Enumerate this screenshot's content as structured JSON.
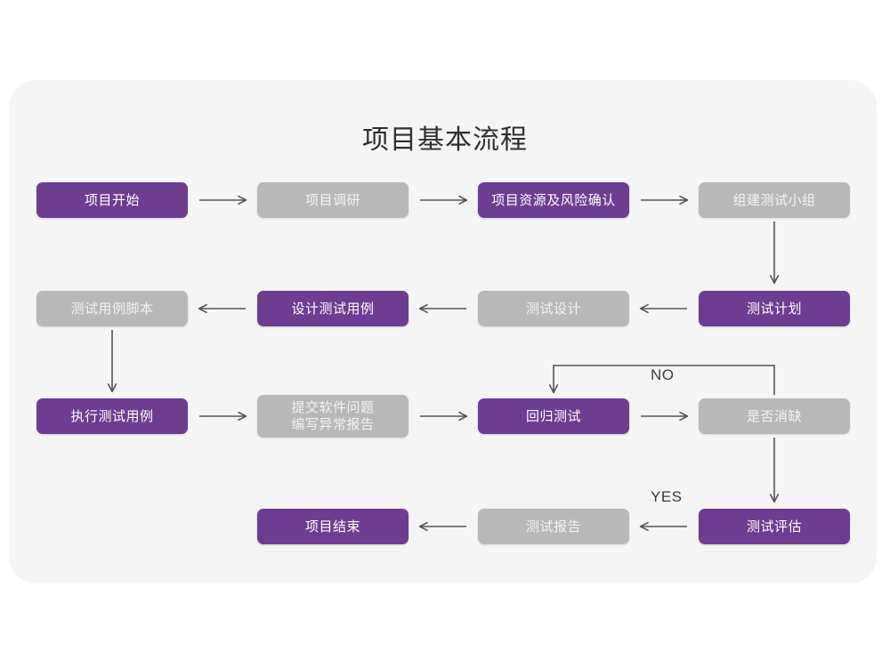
{
  "title": "项目基本流程",
  "colors": {
    "purple": "#6d3d91",
    "gray": "#b8b8b8",
    "panel_bg": "#f5f5f5",
    "page_bg": "#ffffff",
    "arrow": "#555555",
    "title_text": "#2f2f2f"
  },
  "nodes": {
    "n1": {
      "label": "项目开始",
      "style": "purple"
    },
    "n2": {
      "label": "项目调研",
      "style": "gray"
    },
    "n3": {
      "label": "项目资源及风险确认",
      "style": "purple"
    },
    "n4": {
      "label": "组建测试小组",
      "style": "gray"
    },
    "n5": {
      "label": "测试计划",
      "style": "purple"
    },
    "n6": {
      "label": "测试设计",
      "style": "gray"
    },
    "n7": {
      "label": "设计测试用例",
      "style": "purple"
    },
    "n8": {
      "label": "测试用例脚本",
      "style": "gray"
    },
    "n9": {
      "label": "执行测试用例",
      "style": "purple"
    },
    "n10": {
      "label_line1": "提交软件问题",
      "label_line2": "编写异常报告",
      "style": "gray"
    },
    "n11": {
      "label": "回归测试",
      "style": "purple"
    },
    "n12": {
      "label": "是否消缺",
      "style": "gray"
    },
    "n13": {
      "label": "测试评估",
      "style": "purple"
    },
    "n14": {
      "label": "测试报告",
      "style": "gray"
    },
    "n15": {
      "label": "项目结束",
      "style": "purple"
    }
  },
  "edge_labels": {
    "no": "NO",
    "yes": "YES"
  }
}
